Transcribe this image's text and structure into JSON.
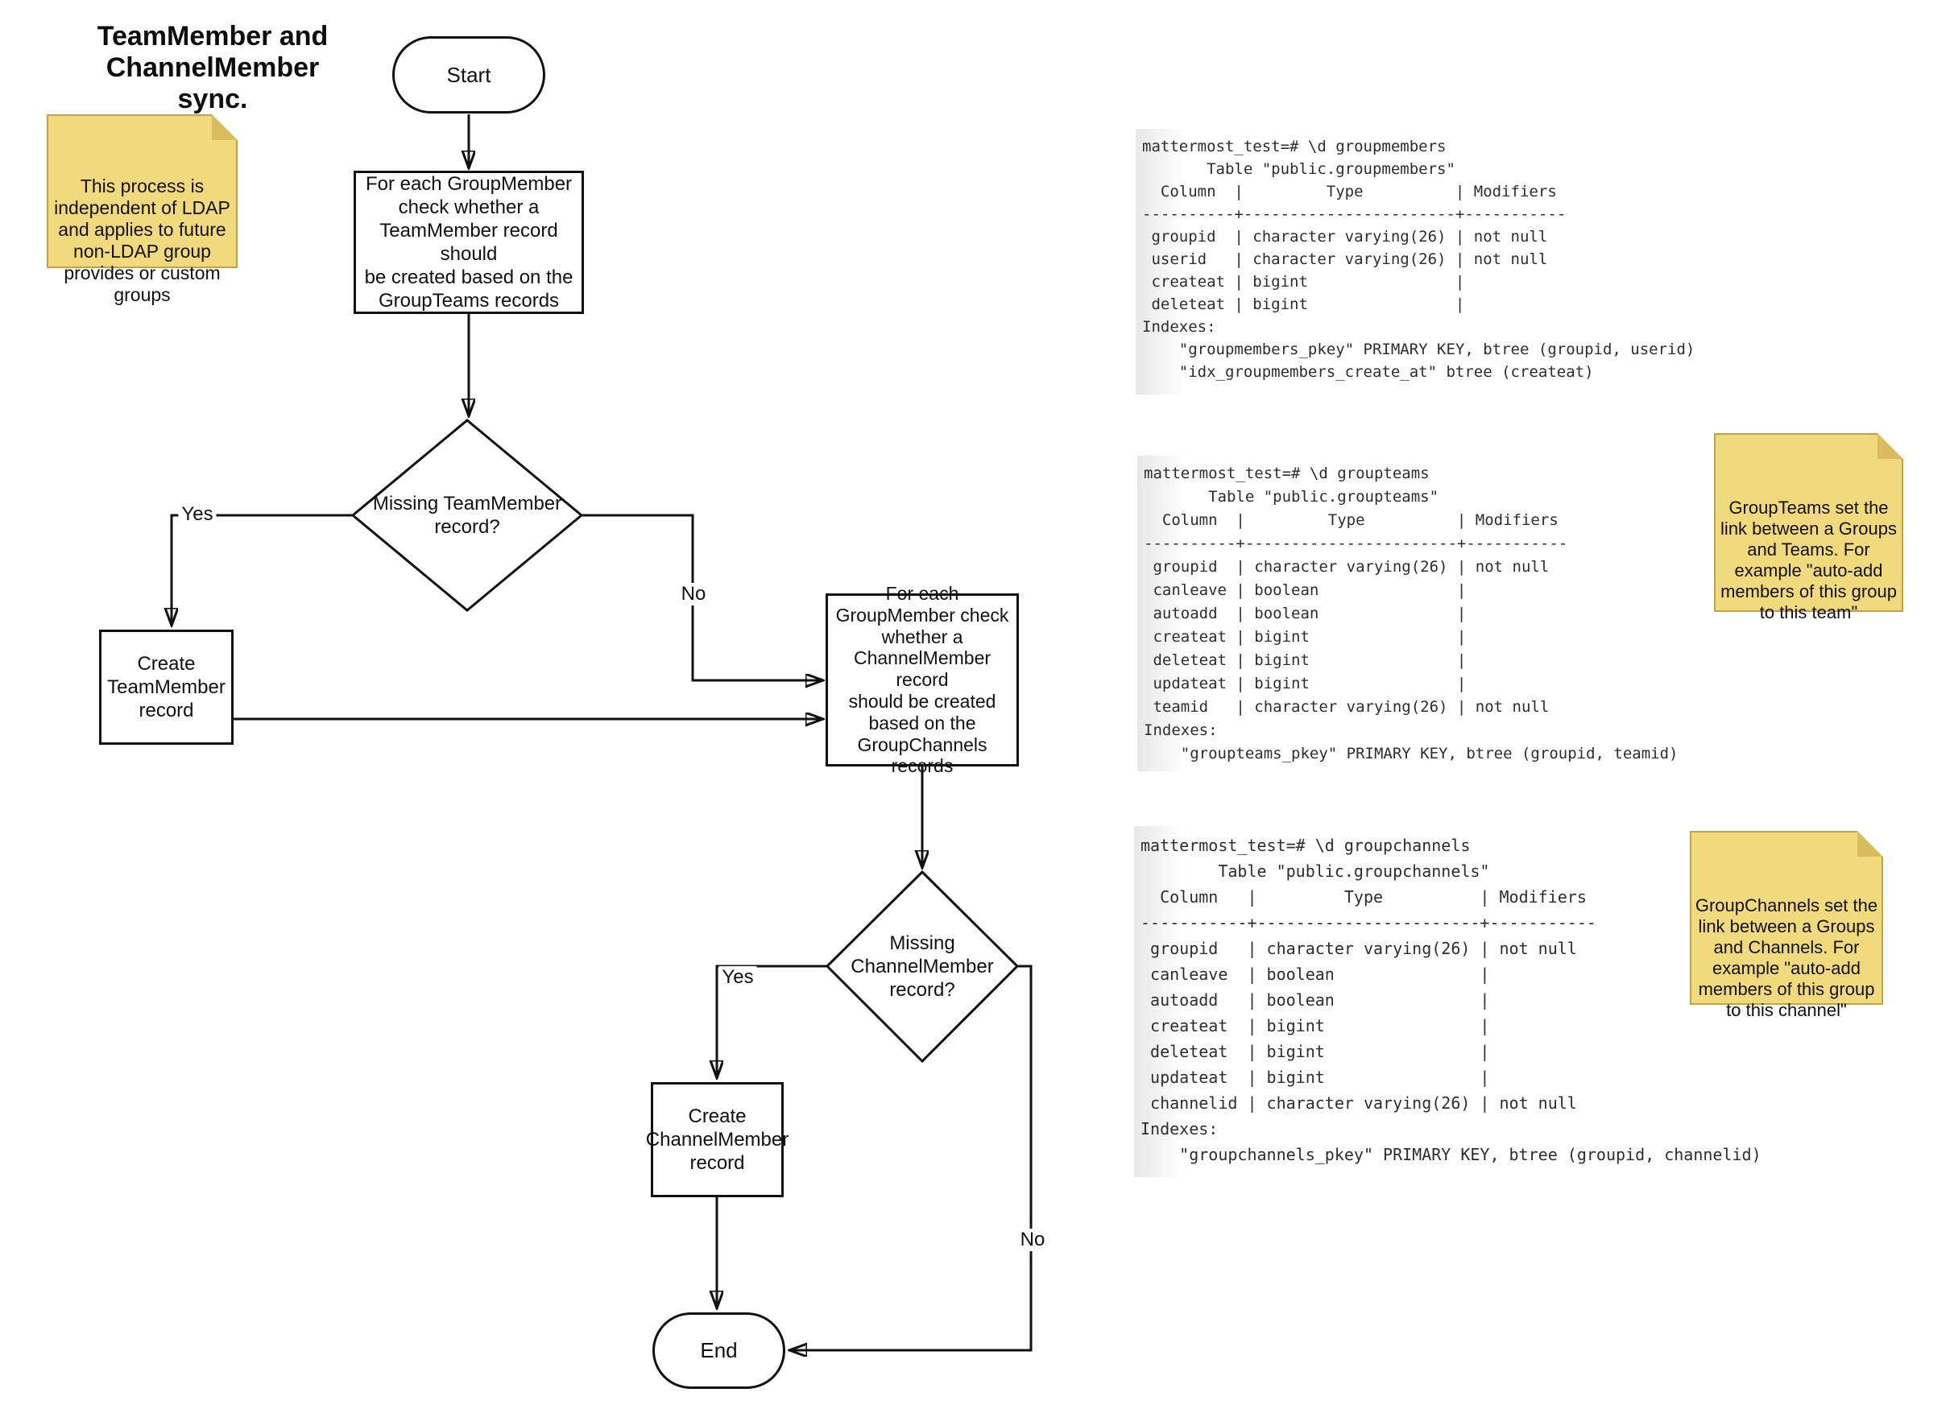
{
  "title": "TeamMember and\nChannelMember sync.",
  "flowchart": {
    "start_label": "Start",
    "end_label": "End",
    "process1": "For each GroupMember\ncheck whether a\nTeamMember record should\nbe created based on the\nGroupTeams records",
    "decision1": "Missing TeamMember\nrecord?",
    "create_team_member": "Create\nTeamMember\nrecord",
    "process2": "For each\nGroupMember check\nwhether a\nChannelMember record\nshould be created\nbased on the\nGroupChannels\nrecords",
    "decision2": "Missing\nChannelMember\nrecord?",
    "create_channel_member": "Create\nChannelMember\nrecord",
    "labels": {
      "yes1": "Yes",
      "no1": "No",
      "yes2": "Yes",
      "no2": "No"
    }
  },
  "notes": [
    {
      "text": "This process is\nindependent of LDAP\nand applies to future\nnon-LDAP group\nprovides or custom\ngroups"
    },
    {
      "text": "GroupTeams set the\nlink between a Groups\nand Teams. For\nexample \"auto-add\nmembers of this group\nto this team\""
    },
    {
      "text": "GroupChannels set the\nlink between a Groups\nand Channels. For\nexample \"auto-add\nmembers of this group\nto this channel\""
    }
  ],
  "code_blocks": [
    {
      "table": "groupmembers",
      "lines": [
        "mattermost_test=# \\d groupmembers",
        "       Table \"public.groupmembers\"",
        "  Column  |         Type          | Modifiers",
        "----------+-----------------------+-----------",
        " groupid  | character varying(26) | not null",
        " userid   | character varying(26) | not null",
        " createat | bigint                |",
        " deleteat | bigint                |",
        "Indexes:",
        "    \"groupmembers_pkey\" PRIMARY KEY, btree (groupid, userid)",
        "    \"idx_groupmembers_create_at\" btree (createat)"
      ]
    },
    {
      "table": "groupteams",
      "lines": [
        "mattermost_test=# \\d groupteams",
        "       Table \"public.groupteams\"",
        "  Column  |         Type          | Modifiers",
        "----------+-----------------------+-----------",
        " groupid  | character varying(26) | not null",
        " canleave | boolean               |",
        " autoadd  | boolean               |",
        " createat | bigint                |",
        " deleteat | bigint                |",
        " updateat | bigint                |",
        " teamid   | character varying(26) | not null",
        "Indexes:",
        "    \"groupteams_pkey\" PRIMARY KEY, btree (groupid, teamid)"
      ]
    },
    {
      "table": "groupchannels",
      "lines": [
        "mattermost_test=# \\d groupchannels",
        "        Table \"public.groupchannels\"",
        "  Column   |         Type          | Modifiers",
        "-----------+-----------------------+-----------",
        " groupid   | character varying(26) | not null",
        " canleave  | boolean               |",
        " autoadd   | boolean               |",
        " createat  | bigint                |",
        " deleteat  | bigint                |",
        " updateat  | bigint                |",
        " channelid | character varying(26) | not null",
        "Indexes:",
        "    \"groupchannels_pkey\" PRIMARY KEY, btree (groupid, channelid)"
      ]
    }
  ],
  "colors": {
    "line": "#111111",
    "note_fill": "#f1da7e",
    "note_border": "#c2a344",
    "note_fold": "#d9bc5b",
    "code_text": "#2d2d2d",
    "code_bg_edge": "#e7e7e7"
  }
}
